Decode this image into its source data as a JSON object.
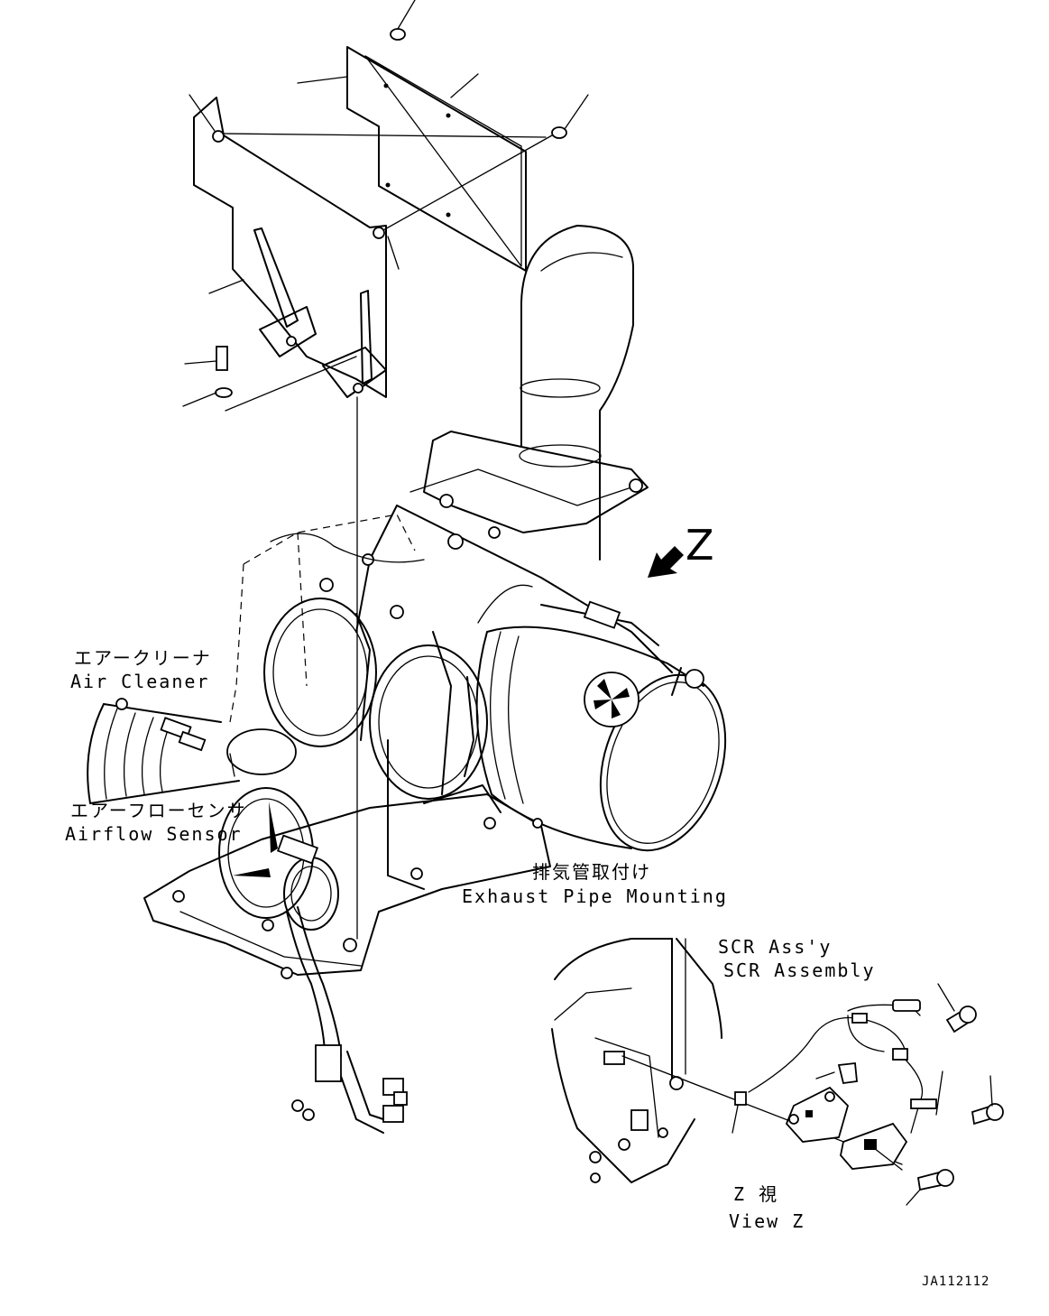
{
  "labels": {
    "air_cleaner_jp": "エアークリーナ",
    "air_cleaner_en": "Air Cleaner",
    "airflow_sensor_jp": "エアーフローセンサ",
    "airflow_sensor_en": "Airflow Sensor",
    "exhaust_jp": "排気管取付け",
    "exhaust_en": "Exhaust Pipe Mounting",
    "scr_jp": "SCR Ass'y",
    "scr_en": "SCR Assembly",
    "view_jp": "Z 視",
    "view_en": "View Z",
    "view_marker": "Z",
    "drawing_code": "JA112112"
  }
}
